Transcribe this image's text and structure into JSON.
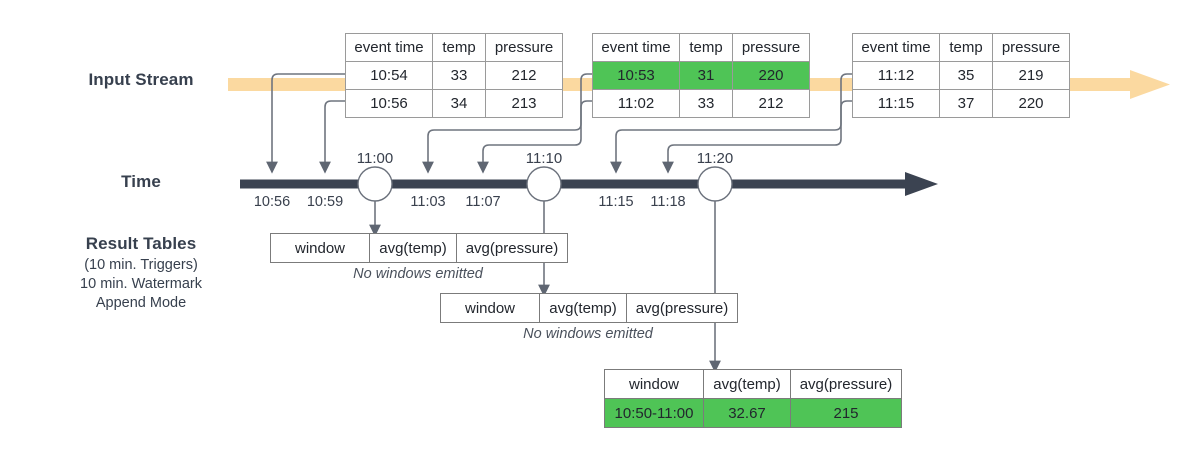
{
  "labels": {
    "input_stream": "Input Stream",
    "time": "Time",
    "result_tables": "Result Tables",
    "result_sub_1": "(10 min. Triggers)",
    "result_sub_2": "10 min. Watermark",
    "result_sub_3": "Append Mode"
  },
  "colors": {
    "highlight_green": "#4fc456",
    "stream_band": "#fbd9a0",
    "timeline": "#3b4351",
    "text": "#39404d",
    "table_border": "#9a9a9a"
  },
  "event_tables": [
    {
      "id": "batch-1",
      "headers": [
        "event  time",
        "temp",
        "pressure"
      ],
      "rows": [
        {
          "event_time": "10:54",
          "temp": "33",
          "pressure": "212",
          "highlighted": false
        },
        {
          "event_time": "10:56",
          "temp": "34",
          "pressure": "213",
          "highlighted": false
        }
      ]
    },
    {
      "id": "batch-2",
      "headers": [
        "event  time",
        "temp",
        "pressure"
      ],
      "rows": [
        {
          "event_time": "10:53",
          "temp": "31",
          "pressure": "220",
          "highlighted": true
        },
        {
          "event_time": "11:02",
          "temp": "33",
          "pressure": "212",
          "highlighted": false
        }
      ]
    },
    {
      "id": "batch-3",
      "headers": [
        "event  time",
        "temp",
        "pressure"
      ],
      "rows": [
        {
          "event_time": "11:12",
          "temp": "35",
          "pressure": "219",
          "highlighted": false
        },
        {
          "event_time": "11:15",
          "temp": "37",
          "pressure": "220",
          "highlighted": false
        }
      ]
    }
  ],
  "timeline": {
    "triggers": [
      "11:00",
      "11:10",
      "11:20"
    ],
    "arrival_ticks": [
      "10:56",
      "10:59",
      "11:03",
      "11:07",
      "11:15",
      "11:18"
    ]
  },
  "result_tables": [
    {
      "id": "result-1100",
      "headers": [
        "window",
        "avg(temp)",
        "avg(pressure)"
      ],
      "rows": [],
      "note": "No windows emitted"
    },
    {
      "id": "result-1110",
      "headers": [
        "window",
        "avg(temp)",
        "avg(pressure)"
      ],
      "rows": [],
      "note": "No windows emitted"
    },
    {
      "id": "result-1120",
      "headers": [
        "window",
        "avg(temp)",
        "avg(pressure)"
      ],
      "rows": [
        {
          "window": "10:50-11:00",
          "avg_temp": "32.67",
          "avg_pressure": "215",
          "highlighted": true
        }
      ],
      "note": ""
    }
  ]
}
